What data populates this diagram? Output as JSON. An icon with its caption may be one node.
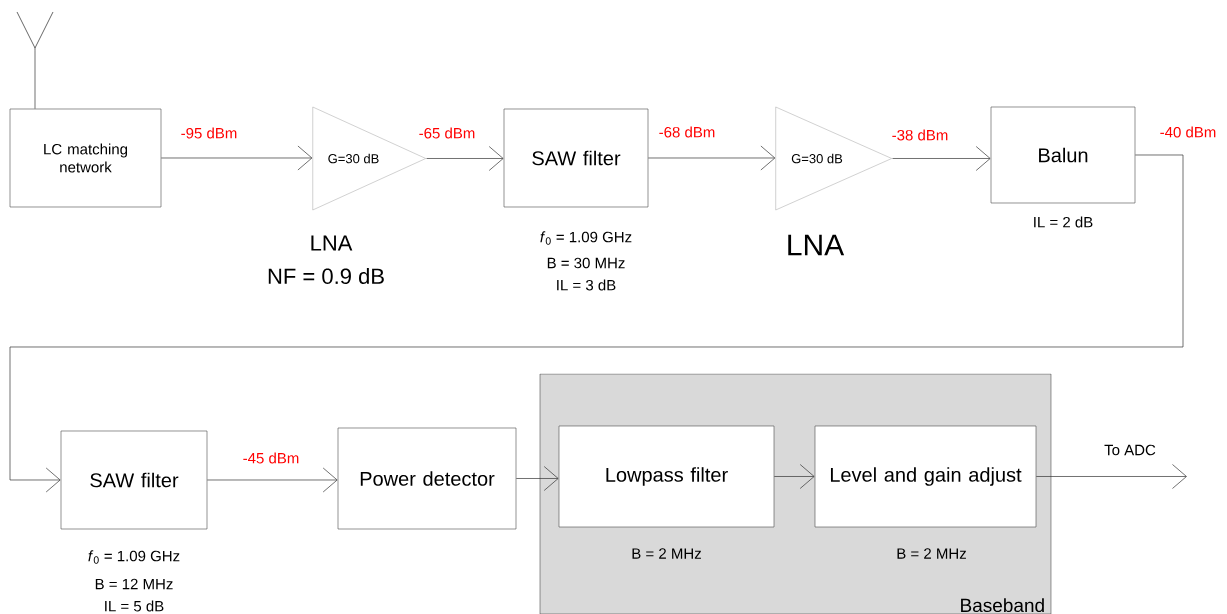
{
  "diagram": {
    "nodes": [
      {
        "text": [],
        "shape": "antenna"
      },
      {
        "text": [
          "LC matching network"
        ]
      },
      {
        "text": [
          "G=30 dB"
        ],
        "beside": [
          "LNA",
          "NF = 0.9 dB"
        ]
      },
      {
        "text": [
          "SAW filter"
        ],
        "beside": [
          "*f*$_{0}$ = 1.09 GHz",
          "B = 30 MHz",
          "IL = 3 dB"
        ]
      },
      {
        "text": [
          "G=30 dB"
        ],
        "beside": [
          "LNA"
        ]
      },
      {
        "text": [
          "Balun"
        ],
        "beside": [
          "IL = 2 dB"
        ]
      },
      {
        "text": [
          "SAW filter"
        ],
        "beside": [
          "*f*$_{0}$ = 1.09 GHz",
          "B = 12 MHz",
          "IL = 5 dB"
        ]
      },
      {
        "text": [
          "Power detector"
        ]
      },
      {
        "text": [
          "Baseband"
        ]
      },
      {
        "text": [
          "Lowpass filter"
        ],
        "in": 8,
        "beside": [
          "B = 2 MHz"
        ]
      },
      {
        "text": [
          "Level and gain adjust"
        ],
        "in": 8,
        "beside": [
          "B = 2 MHz"
        ]
      }
    ],
    "edges": [
      {
        "from": 0,
        "to": 1,
        "arrow": "none"
      },
      {
        "from": 1,
        "to": 2,
        "arrow": "to",
        "label": "-95 dBm"
      },
      {
        "from": 2,
        "to": 3,
        "arrow": "to",
        "label": "-65 dBm"
      },
      {
        "from": 3,
        "to": 4,
        "arrow": "to",
        "label": "-68 dBm"
      },
      {
        "from": 4,
        "to": 5,
        "arrow": "to",
        "label": "-38 dBm"
      },
      {
        "from": 5,
        "to": 6,
        "arrow": "to",
        "label": "-40 dBm"
      },
      {
        "from": 6,
        "to": 7,
        "arrow": "to",
        "label": "-45 dBm"
      },
      {
        "from": 7,
        "to": 9,
        "arrow": "to"
      },
      {
        "from": 9,
        "to": 10,
        "arrow": "to"
      },
      {
        "from": 10,
        "to": null,
        "arrow": "to",
        "label": "To ADC"
      }
    ]
  }
}
